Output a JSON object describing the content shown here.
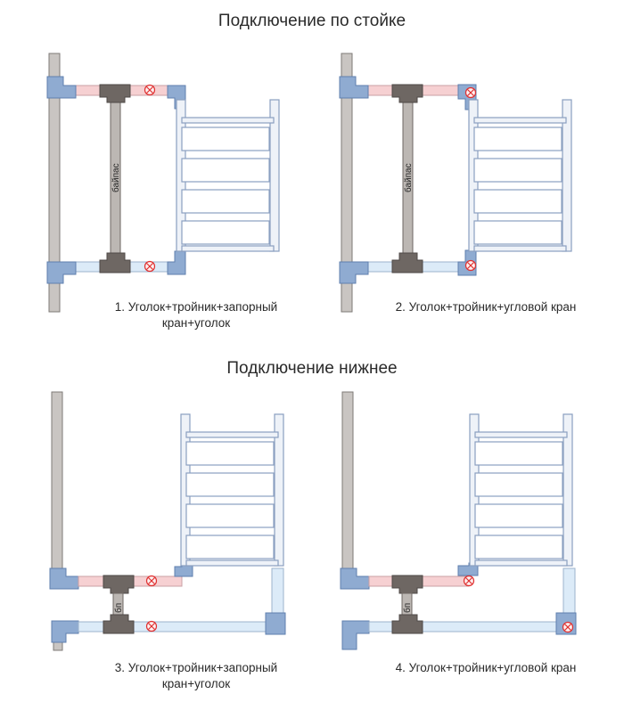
{
  "section_top": {
    "title": "Подключение по стойке"
  },
  "section_bottom": {
    "title": "Подключение нижнее"
  },
  "bypass_label": "байпас",
  "bp_label": "бп",
  "captions": {
    "c1_line1": "1. Уголок+тройник+запорный",
    "c1_line2": "кран+уголок",
    "c2": "2. Уголок+тройник+угловой кран",
    "c3_line1": "3. Уголок+тройник+запорный",
    "c3_line2": "кран+уголок",
    "c4": "4. Уголок+тройник+угловой кран"
  },
  "colors": {
    "riser": "#c9c5c2",
    "fitting": "#8fabd1",
    "tee": "#6e6763",
    "hot_pipe": "#f6d0d2",
    "cold_pipe": "#dcebf8",
    "valve": "#e03030",
    "rail": "#eef2f8"
  }
}
